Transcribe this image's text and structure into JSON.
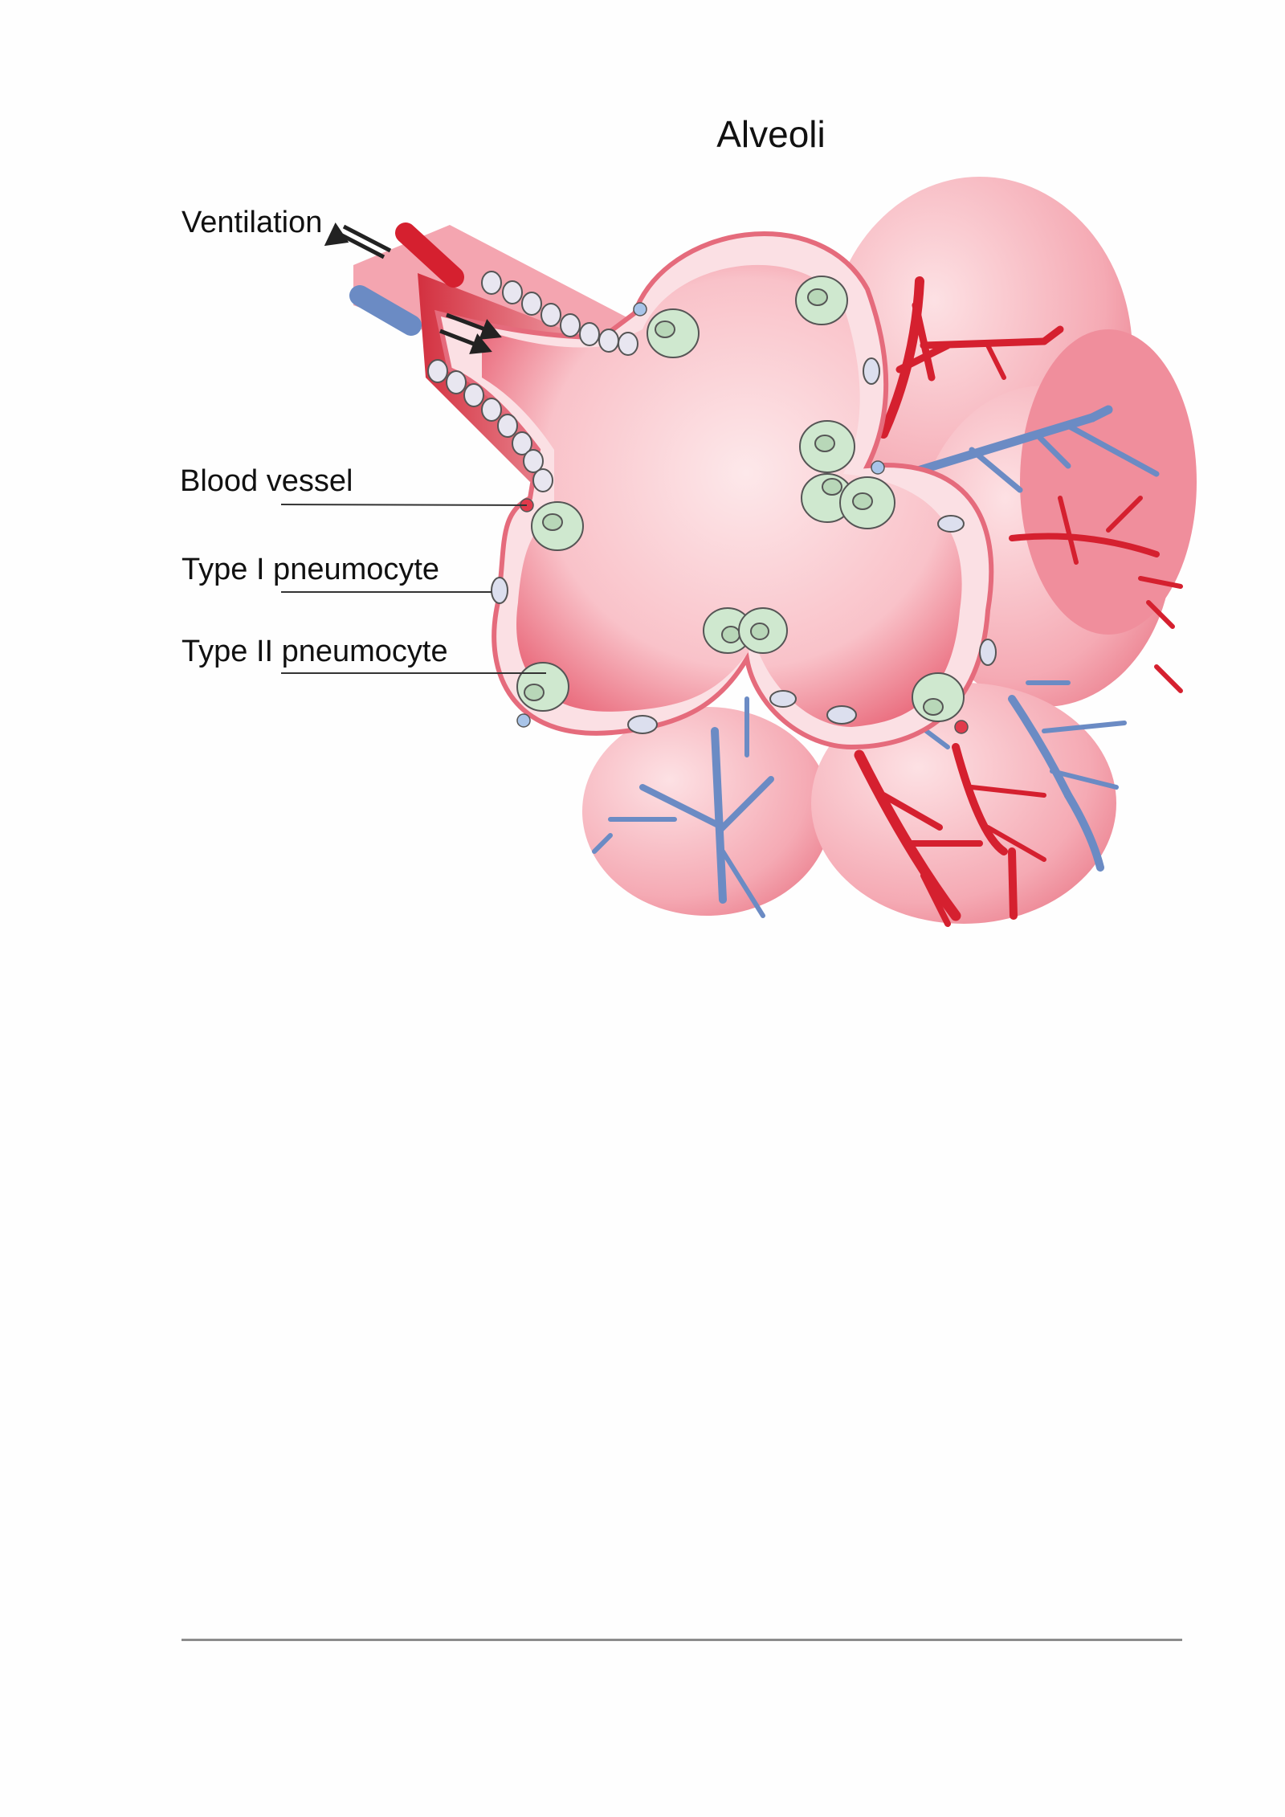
{
  "title": "Alveoli",
  "labels": {
    "ventilation": "Ventilation",
    "blood_vessel": "Blood vessel",
    "type1": "Type I pneumocyte",
    "type2": "Type II pneumocyte"
  },
  "colors": {
    "alveolus_fill": "#f6b3bd",
    "alveolus_edge": "#e56b7c",
    "artery": "#d5202f",
    "vein": "#6b8bc4",
    "type1_cell": "#dfe1ef",
    "type2_cell": "#cfe8cf"
  }
}
